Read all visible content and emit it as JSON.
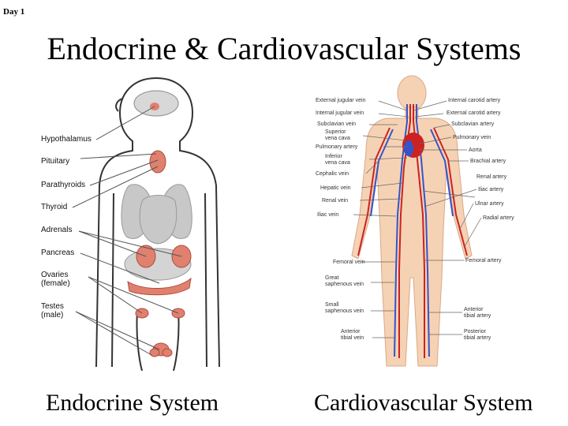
{
  "slide": {
    "day_label": "Day 1",
    "title": "Endocrine & Cardiovascular Systems"
  },
  "endocrine": {
    "caption": "Endocrine System",
    "labels": [
      "Hypothalamus",
      "Pituitary",
      "Parathyroids",
      "Thyroid",
      "Adrenals",
      "Pancreas",
      "Ovaries",
      "(female)",
      "Testes",
      "(male)"
    ]
  },
  "cardiovascular": {
    "caption": "Cardiovascular System",
    "left_labels": [
      "External jugular vein",
      "Internal jugular vein",
      "Subclavian vein",
      "Superior",
      "vena cava",
      "Pulmonary artery",
      "Inferior",
      "vena cava",
      "Cephalic vein",
      "Hepatic vein",
      "Renal vein",
      "Iliac vein",
      "Femoral vein",
      "Great",
      "saphenous vein",
      "Small",
      "saphenous vein",
      "Anterior",
      "tibial vein"
    ],
    "right_labels": [
      "Internal carotid artery",
      "External carotid artery",
      "Subclavian artery",
      "Pulmonary vein",
      "Aorta",
      "Brachial artery",
      "Renal artery",
      "Iliac artery",
      "Ulnar artery",
      "Radial artery",
      "Femoral artery",
      "Anterior",
      "tibial artery",
      "Posterior",
      "tibial artery"
    ]
  },
  "colors": {
    "artery": "#cc2222",
    "vein": "#3355cc",
    "skin": "#f6d2b4",
    "gland": "#e0806f",
    "organ_gray": "#c8c8c8"
  }
}
